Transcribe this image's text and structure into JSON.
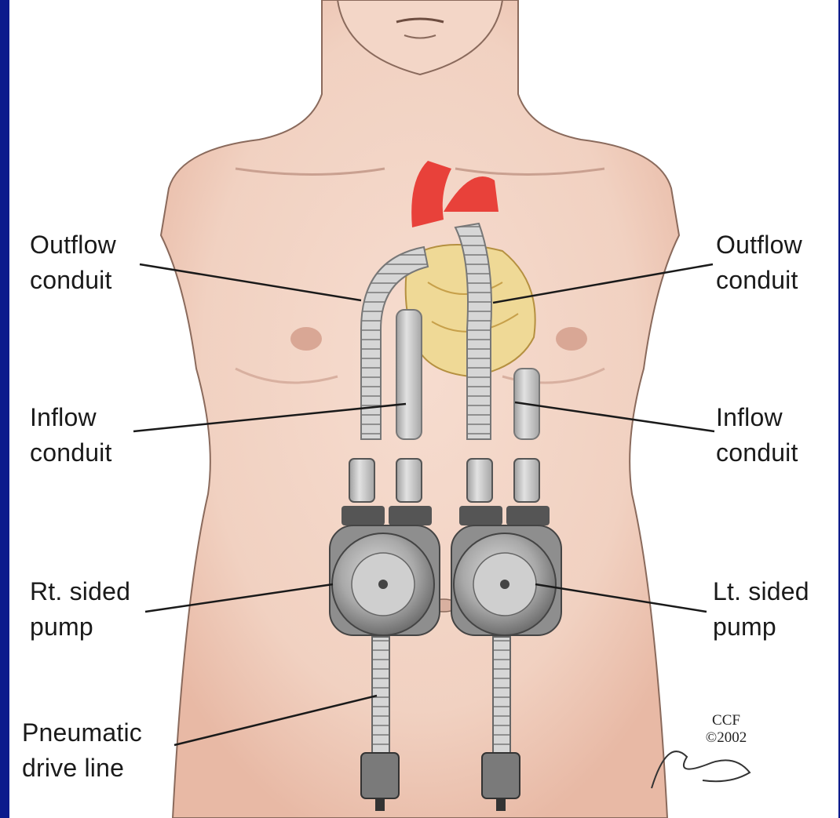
{
  "colors": {
    "frame": "#0b1a8c",
    "background": "#ffffff",
    "skin": "#f3d6c7",
    "skin_shadow": "#e6bca8",
    "conduit": "#c9c9c9",
    "heart": "#efd996",
    "aorta": "#e8413a",
    "pump_metal": "#8e8e8e",
    "leader_line": "#1a1a1a"
  },
  "labels": {
    "outflow_left": {
      "line1": "Outflow",
      "line2": "conduit"
    },
    "outflow_right": {
      "line1": "Outflow",
      "line2": "conduit"
    },
    "inflow_left": {
      "line1": "Inflow",
      "line2": "conduit"
    },
    "inflow_right": {
      "line1": "Inflow",
      "line2": "conduit"
    },
    "rt_pump": {
      "line1": "Rt. sided",
      "line2": "pump"
    },
    "lt_pump": {
      "line1": "Lt. sided",
      "line2": "pump"
    },
    "drive_line": {
      "line1": "Pneumatic",
      "line2": "drive line"
    }
  },
  "credit": {
    "org": "CCF",
    "year": "©2002"
  }
}
